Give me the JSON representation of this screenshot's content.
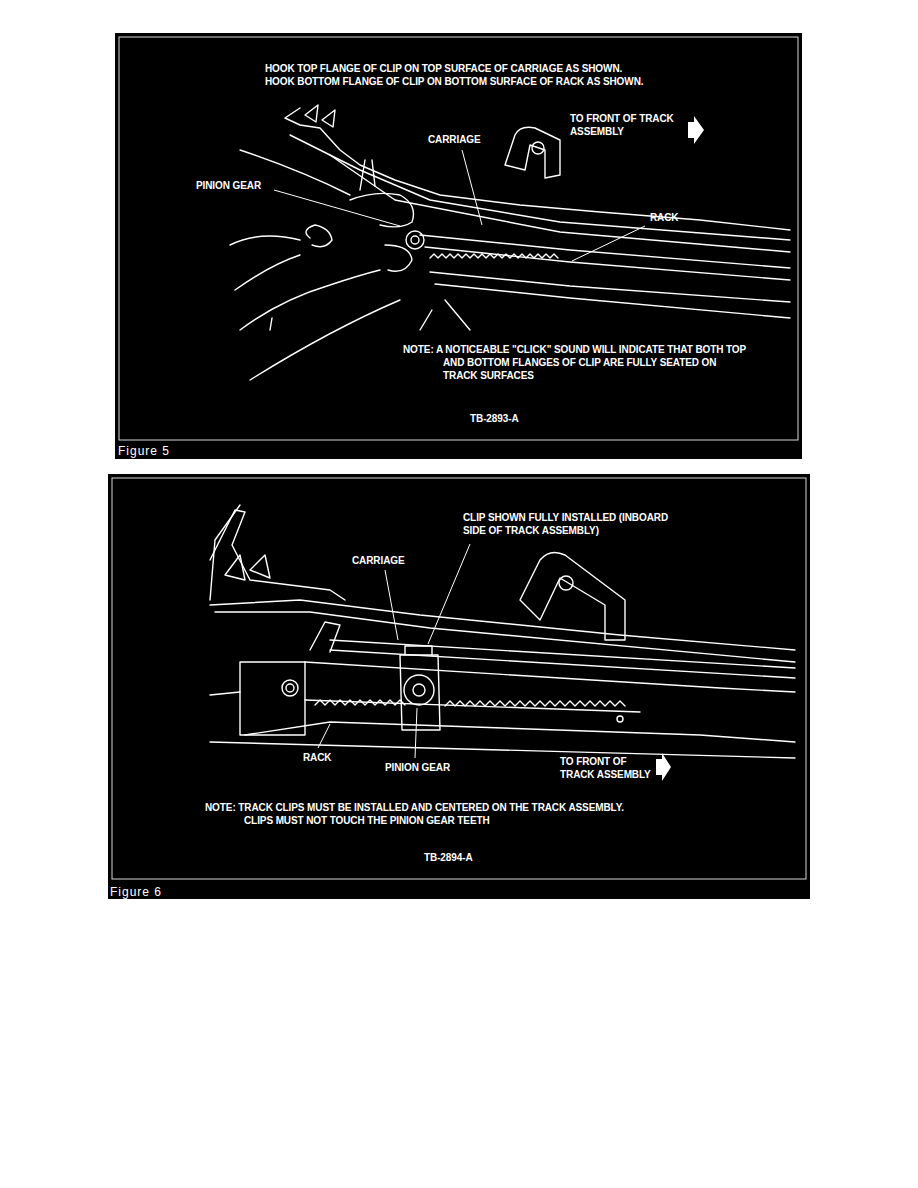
{
  "diagram": {
    "labels": [
      "HOOK TOP FLANGE OF CLIP ON TOP SURFACE OF CARRIAGE AS SHOWN.",
      "HOOK BOTTOM FLANGE OF CLIP ON BOTTOM SURFACE OF RACK AS SHOWN.",
      "TO FRONT OF TRACK ASSEMBLY",
      "CARRIAGE",
      "PINION GEAR",
      "RACK",
      "NOTE: A NOTICEABLE \"CLICK\" SOUND WILL INDICATE THAT BOTH TOP AND BOTTOM FLANGES OF CLIP ARE FULLY SEATED ON TRACK SURFACES",
      "TB-2893-A",
      "Figure 5",
      "CLIP SHOWN FULLY INSTALLED (INBOARD SIDE OF TRACK ASSEMBLY)",
      "CARRIAGE",
      "RACK",
      "PINION GEAR",
      "TO FRONT OF TRACK ASSEMBLY",
      "NOTE: TRACK CLIPS MUST BE INSTALLED AND CENTERED ON THE TRACK ASSEMBLY. CLIPS MUST NOT TOUCH THE PINION GEAR TEETH",
      "TB-2894-A",
      "Figure 6"
    ]
  }
}
